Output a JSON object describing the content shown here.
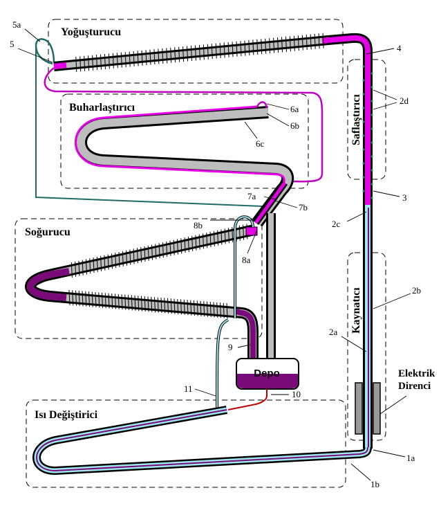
{
  "regions": {
    "condenser": "Yoğuşturucu",
    "evaporator": "Buharlaştırıcı",
    "absorber": "Soğurucu",
    "heat_exchanger": "Isı Değiştirici",
    "rectifier": "Saflaştırıcı",
    "boiler": "Kaynatıcı"
  },
  "tank_label": "Depo",
  "heater_label": [
    "Elektrik",
    "Direnci"
  ],
  "callouts": {
    "c5a": "5a",
    "c5": "5",
    "c4": "4",
    "c2d": "2d",
    "c6a": "6a",
    "c6b": "6b",
    "c6c": "6c",
    "c3": "3",
    "c2c": "2c",
    "c7a": "7a",
    "c7b": "7b",
    "c8b": "8b",
    "c8a": "8a",
    "c2b": "2b",
    "c2a": "2a",
    "c9": "9",
    "c10": "10",
    "c11": "11",
    "c1a": "1a",
    "c1b": "1b"
  },
  "colors": {
    "outer_tube": "#000000",
    "grey_fill": "#bdbdbd",
    "magenta": "#e600e6",
    "purple": "#7a0a7a",
    "cyan": "#9fe7ef",
    "teal": "#1f6b68",
    "red": "#c00000"
  }
}
